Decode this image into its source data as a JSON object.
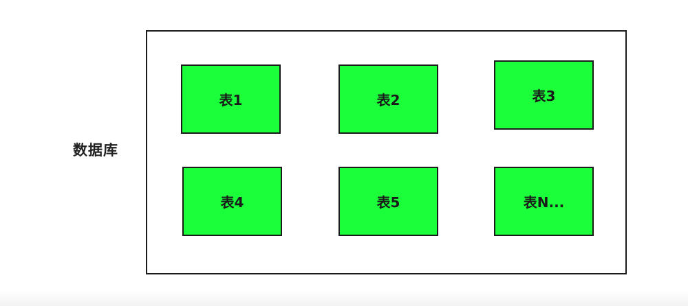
{
  "diagram": {
    "container_label": "数据库",
    "fill_color": "#1aff3a",
    "tables": [
      {
        "label": "表1"
      },
      {
        "label": "表2"
      },
      {
        "label": "表3"
      },
      {
        "label": "表4"
      },
      {
        "label": "表5"
      },
      {
        "label": "表N..."
      }
    ]
  }
}
